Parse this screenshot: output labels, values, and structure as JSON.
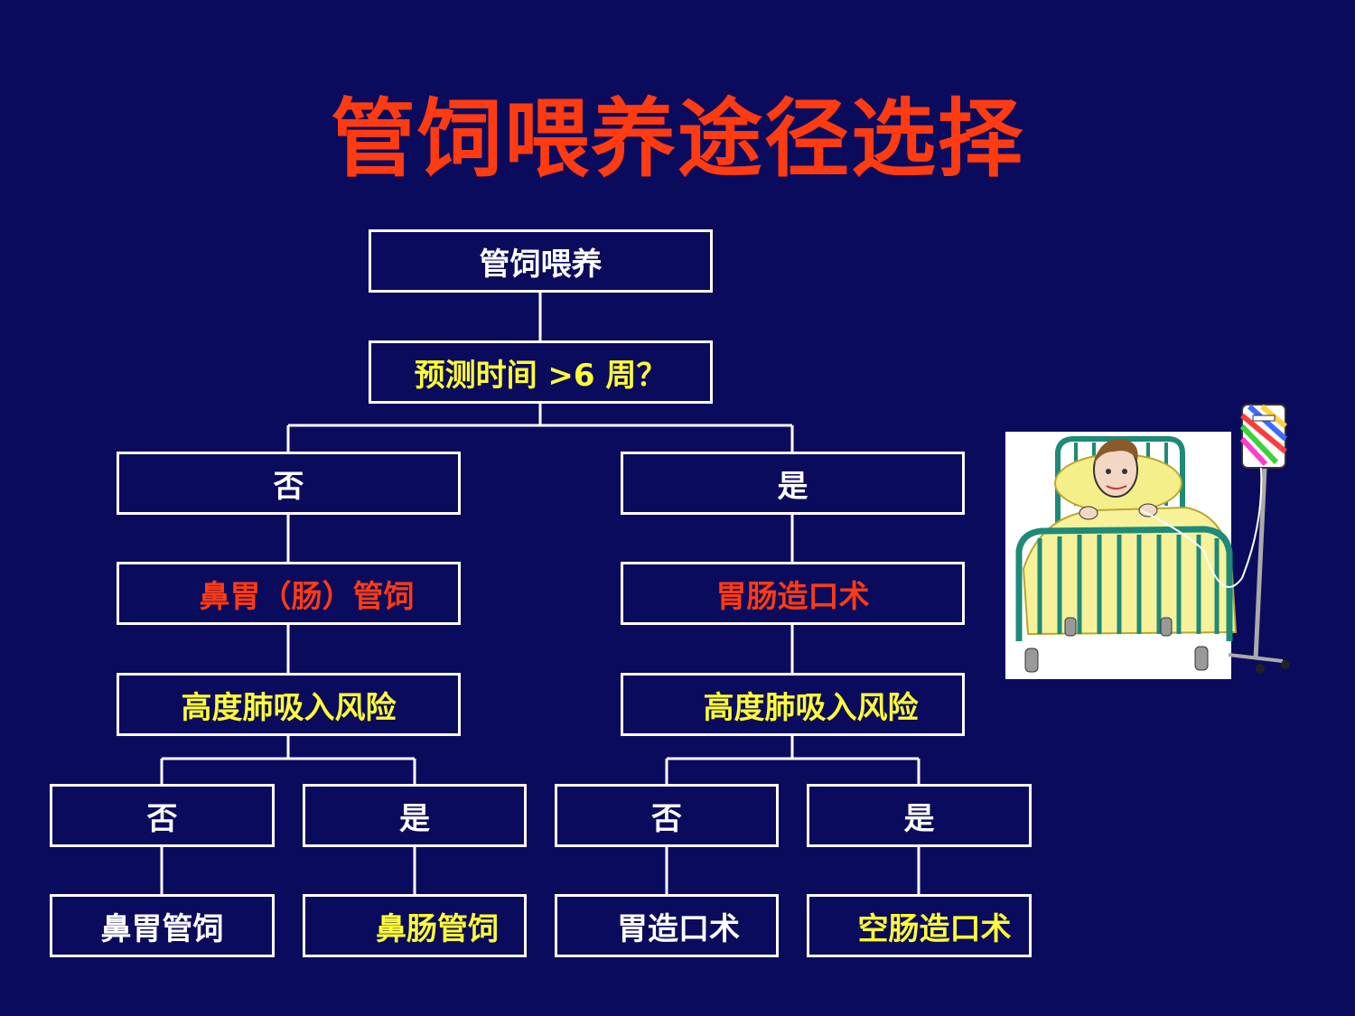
{
  "title": "管饲喂养途径选择",
  "colors": {
    "background": "#0b0b5e",
    "title": "#ff3b12",
    "white_text": "#ffffff",
    "yellow_text": "#ffff33",
    "red_text": "#ff3b12"
  },
  "flow": {
    "root": "管饲喂养",
    "question": "预测时间 >6 周？",
    "left": {
      "answer": "否",
      "method": "鼻胃（肠）管饲",
      "risk": "高度肺吸入风险",
      "no": {
        "answer": "否",
        "result": "鼻胃管饲"
      },
      "yes": {
        "answer": "是",
        "result": "鼻肠管饲"
      }
    },
    "right": {
      "answer": "是",
      "method": "胃肠造口术",
      "risk": "高度肺吸入风险",
      "no": {
        "answer": "否",
        "result": "胃造口术"
      },
      "yes": {
        "answer": "是",
        "result": "空肠造口术"
      }
    }
  },
  "clipart": "patient-in-bed-with-iv-drip"
}
